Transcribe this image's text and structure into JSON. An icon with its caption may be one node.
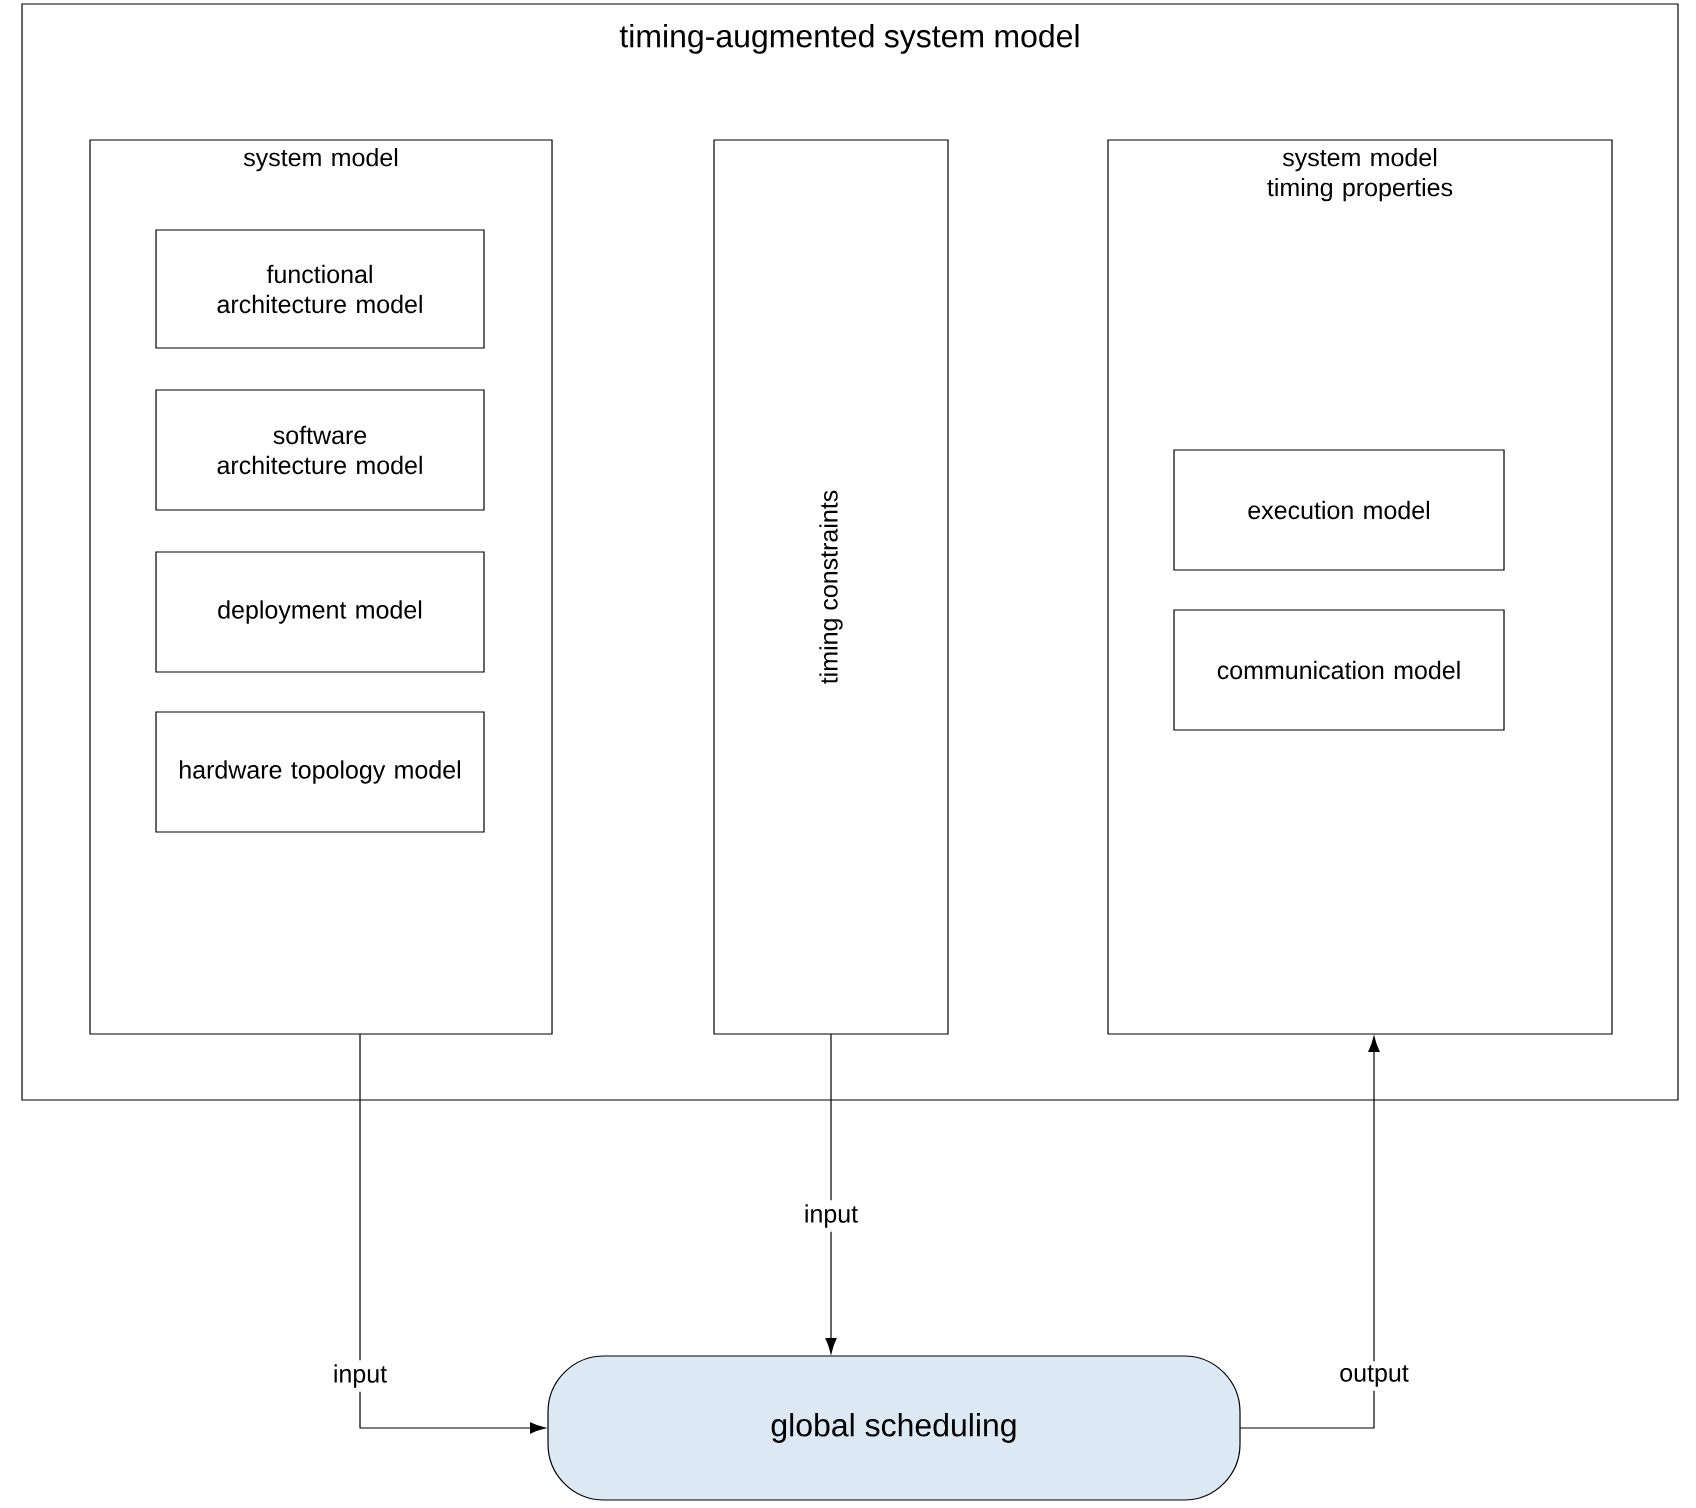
{
  "diagram": {
    "nodes": [
      {
        "text": [
          "timing-augmented system model"
        ]
      },
      {
        "text": [
          "system model"
        ],
        "in": 0
      },
      {
        "text": [
          "functional architecture model"
        ],
        "in": 1
      },
      {
        "text": [
          "software architecture model"
        ],
        "in": 1
      },
      {
        "text": [
          "deployment model"
        ],
        "in": 1
      },
      {
        "text": [
          "hardware topology model"
        ],
        "in": 1
      },
      {
        "text": [
          "timing constraints"
        ],
        "in": 0
      },
      {
        "text": [
          "system model timing properties"
        ],
        "in": 0
      },
      {
        "text": [
          "execution model"
        ],
        "in": 7
      },
      {
        "text": [
          "communication model"
        ],
        "in": 7
      },
      {
        "text": [
          "global scheduling"
        ]
      }
    ],
    "edges": [
      {
        "from": 1,
        "to": 10,
        "arrow": "to",
        "label": "input"
      },
      {
        "from": 6,
        "to": 10,
        "arrow": "to",
        "label": "input"
      },
      {
        "from": 10,
        "to": 7,
        "arrow": "to",
        "label": "output"
      }
    ]
  }
}
